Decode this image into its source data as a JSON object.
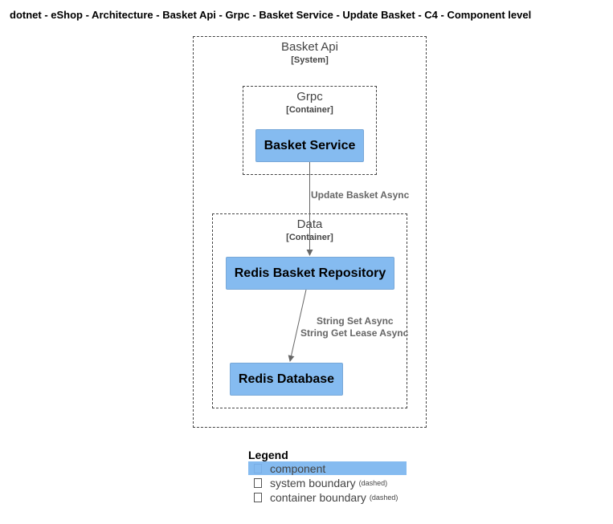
{
  "title": "dotnet - eShop - Architecture - Basket Api - Grpc - Basket Service - Update Basket - C4 - Component level",
  "boundaries": {
    "system": {
      "name": "Basket Api",
      "type": "[System]"
    },
    "grpc": {
      "name": "Grpc",
      "type": "[Container]"
    },
    "data": {
      "name": "Data",
      "type": "[Container]"
    }
  },
  "components": {
    "basket_service": "Basket Service",
    "redis_repo": "Redis Basket Repository",
    "redis_db": "Redis Database"
  },
  "edges": {
    "update": "Update Basket Async",
    "set": "String Set Async",
    "get": "String Get Lease Async"
  },
  "legend": {
    "title": "Legend",
    "component": "component",
    "system_boundary": "system boundary",
    "container_boundary": "container boundary",
    "dashed": "(dashed)"
  },
  "colors": {
    "component": "#85bbf0",
    "boundary": "#444444",
    "edge": "#666666"
  }
}
